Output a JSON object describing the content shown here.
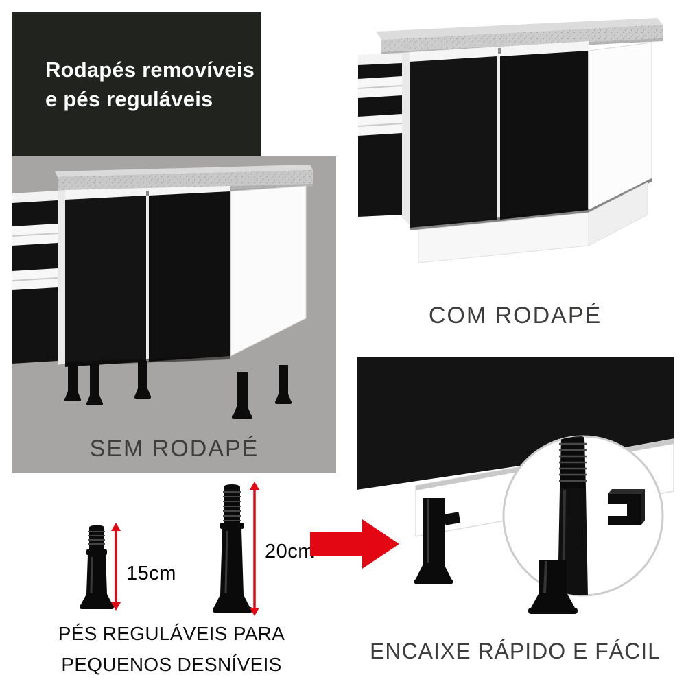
{
  "header": {
    "line1": "Rodapés removíveis",
    "line2": "e pés reguláveis"
  },
  "sections": {
    "sem_rodape": {
      "caption": "SEM RODAPÉ"
    },
    "com_rodape": {
      "caption": "COM RODAPÉ"
    },
    "encaixe": {
      "caption": "ENCAIXE RÁPIDO E FÁCIL"
    },
    "feet": {
      "small_label": "15cm",
      "large_label": "20cm",
      "caption_line1": "PÉS REGULÁVEIS PARA",
      "caption_line2": "PEQUENOS DESNÍVEIS"
    }
  },
  "colors": {
    "header_bg": "#20231e",
    "panel_gray": "#a6a5a3",
    "accent_red": "#e30613",
    "cabinet_black": "#141414",
    "caption_color": "#3d3d3c"
  }
}
